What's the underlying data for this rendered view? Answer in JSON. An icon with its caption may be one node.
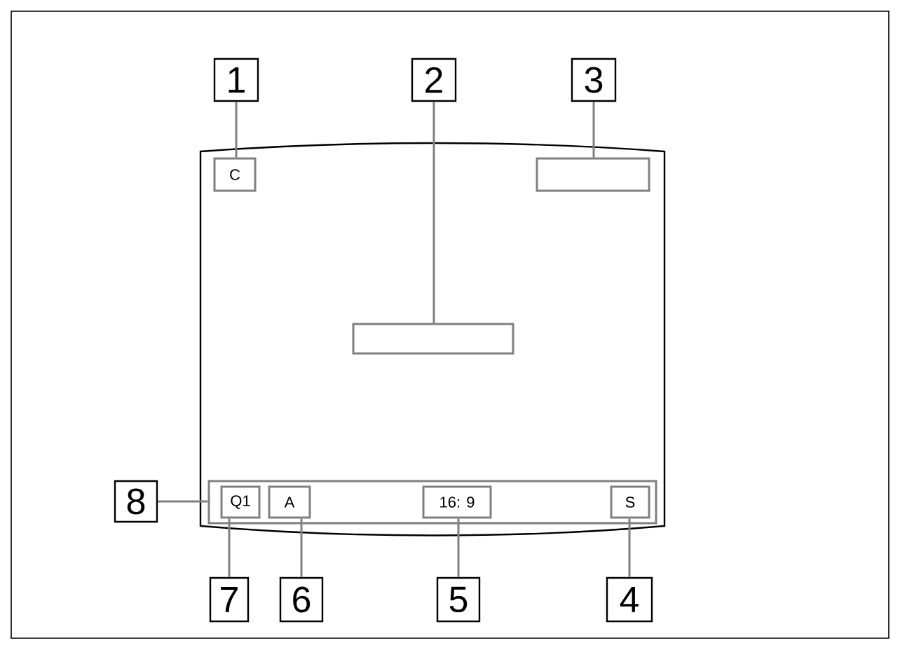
{
  "diagram": {
    "nodes": [
      {
        "text": [
          "1"
        ]
      },
      {
        "text": [
          "2"
        ]
      },
      {
        "text": [
          "3"
        ]
      },
      {
        "text": [
          "C"
        ]
      },
      {
        "text": [],
        "shape": "box"
      },
      {
        "text": [],
        "shape": "box"
      },
      {
        "text": [
          "8"
        ]
      },
      {
        "text": [],
        "shape": "box"
      },
      {
        "text": [
          "Q1"
        ],
        "in": 7
      },
      {
        "text": [
          "A"
        ],
        "in": 7
      },
      {
        "text": [
          "16: 9"
        ],
        "in": 7
      },
      {
        "text": [
          "S"
        ],
        "in": 7
      },
      {
        "text": [
          "7"
        ]
      },
      {
        "text": [
          "6"
        ]
      },
      {
        "text": [
          "5"
        ]
      },
      {
        "text": [
          "4"
        ]
      }
    ],
    "edges": [
      {
        "from": 0,
        "to": 3,
        "arrow": "none"
      },
      {
        "from": 1,
        "to": 5,
        "arrow": "none"
      },
      {
        "from": 2,
        "to": 4,
        "arrow": "none"
      },
      {
        "from": 6,
        "to": 7,
        "arrow": "none"
      },
      {
        "from": 12,
        "to": 8,
        "arrow": "none"
      },
      {
        "from": 13,
        "to": 9,
        "arrow": "none"
      },
      {
        "from": 14,
        "to": 10,
        "arrow": "none"
      },
      {
        "from": 15,
        "to": 11,
        "arrow": "none"
      }
    ]
  }
}
